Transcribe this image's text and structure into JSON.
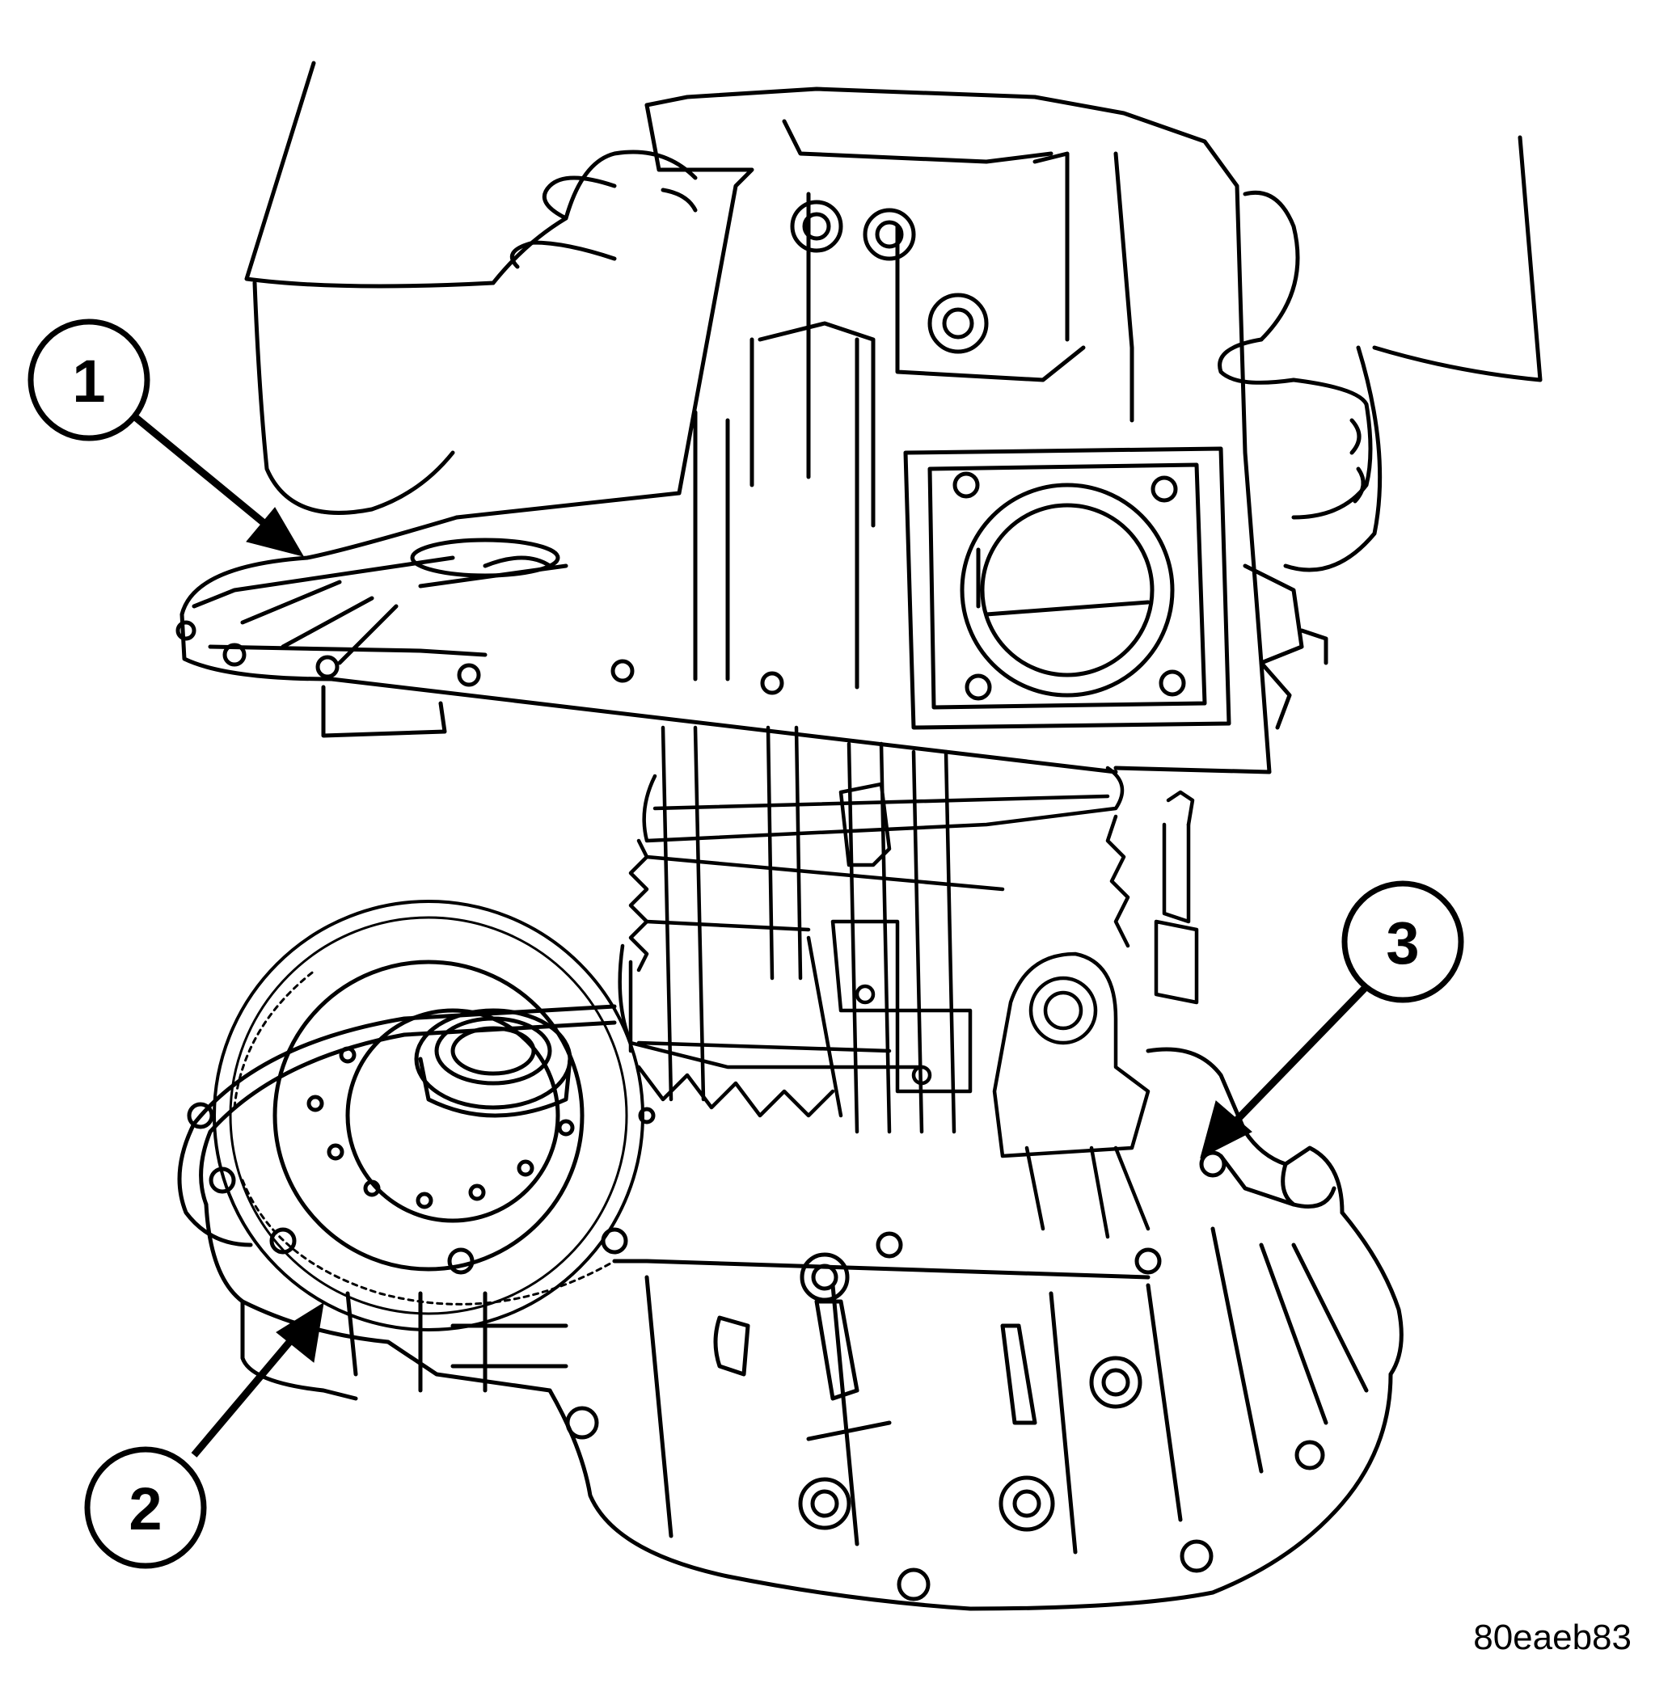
{
  "callouts": [
    {
      "id": "1",
      "label": "1"
    },
    {
      "id": "2",
      "label": "2"
    },
    {
      "id": "3",
      "label": "3"
    }
  ],
  "figure_id": "80eaeb83"
}
